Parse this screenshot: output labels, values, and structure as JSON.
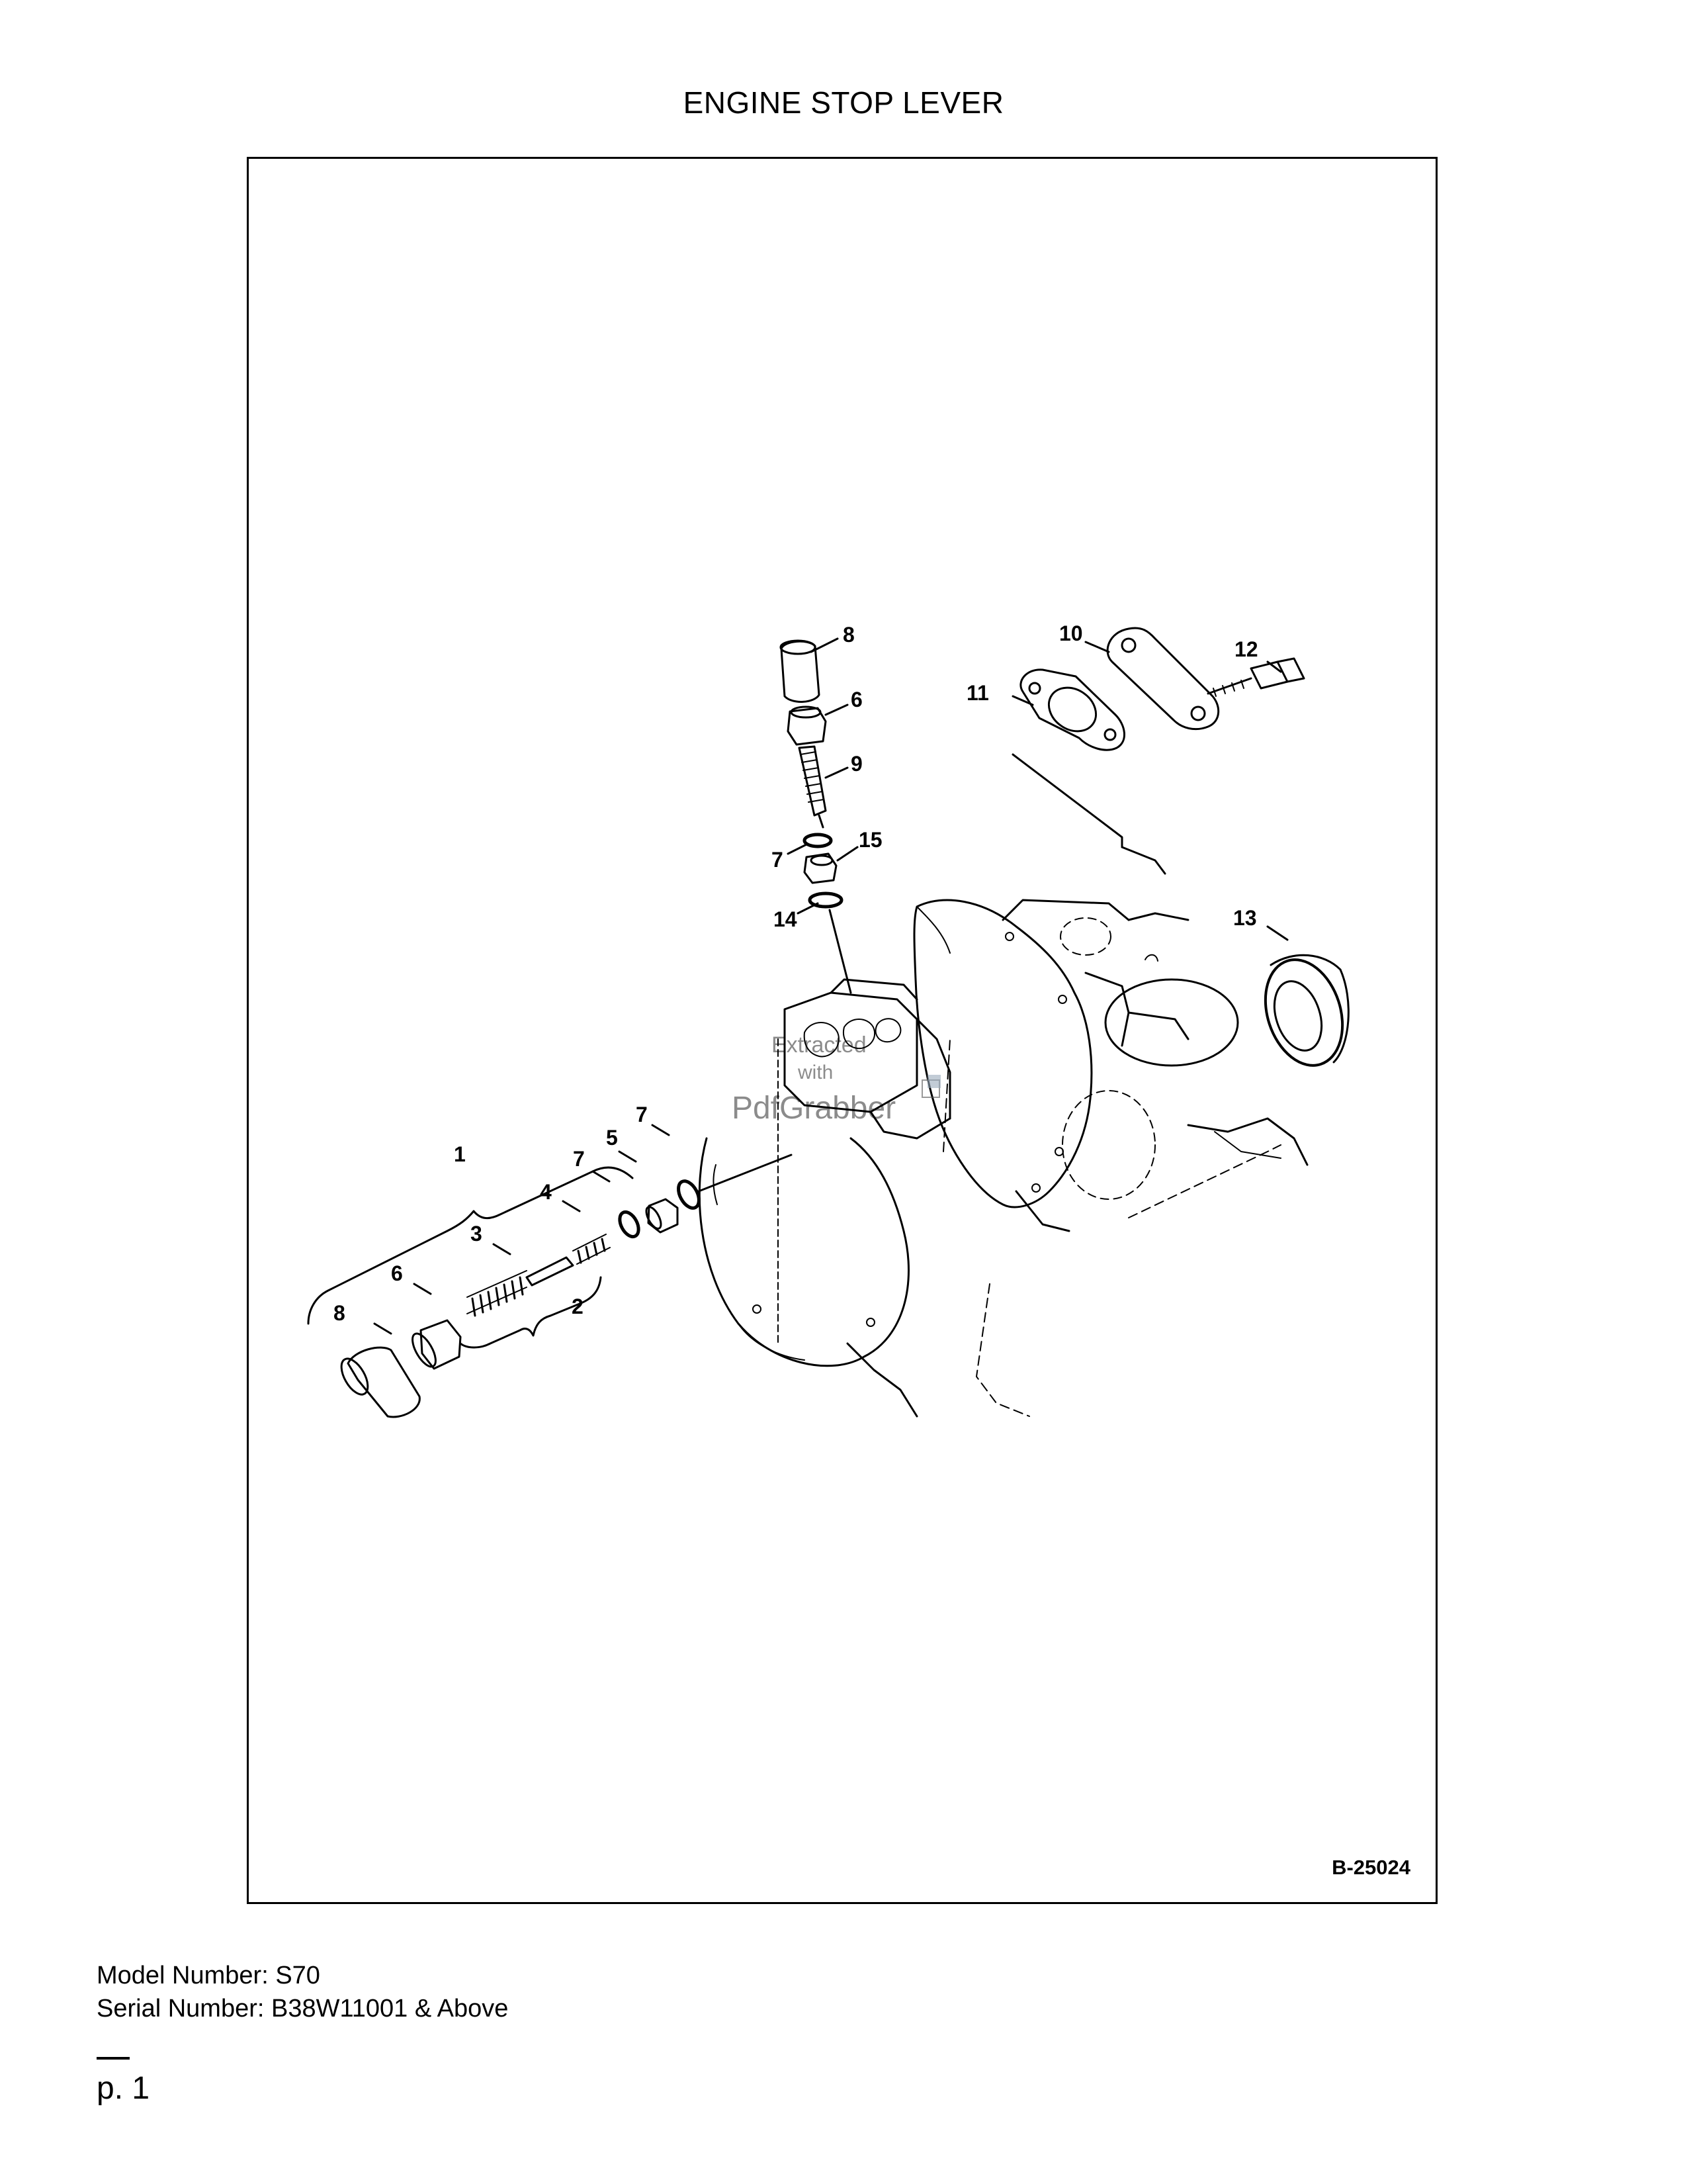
{
  "page": {
    "title": "ENGINE STOP LEVER",
    "figure_code": "B-25024",
    "model_label": "Model Number: S70",
    "serial_label": "Serial Number: B38W11001 & Above",
    "page_number": "p. 1"
  },
  "diagram": {
    "callouts": [
      "1",
      "2",
      "3",
      "4",
      "5",
      "6",
      "6",
      "7",
      "7",
      "7",
      "8",
      "8",
      "9",
      "10",
      "11",
      "12",
      "13",
      "14",
      "15"
    ],
    "watermark": {
      "line1": "Extracted",
      "line2": "with",
      "line3": "PdfGrabber"
    }
  }
}
